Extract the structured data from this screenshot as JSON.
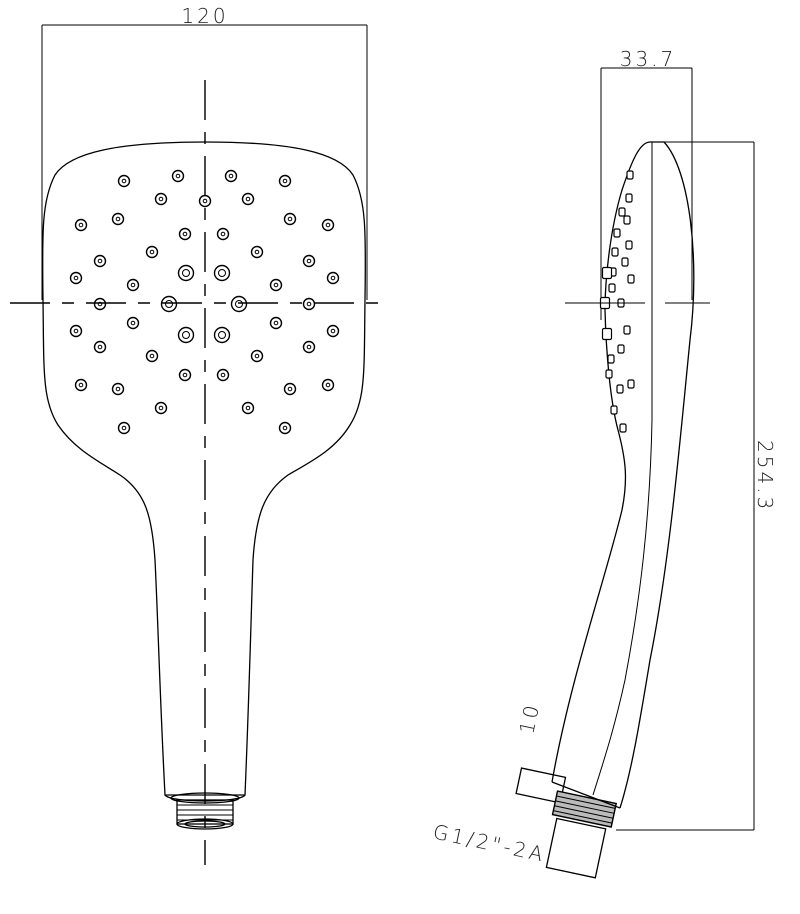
{
  "drawing": {
    "subject": "Hand shower head technical drawing",
    "front_view": {
      "width_dimension": "120",
      "spray_holes_count": 48
    },
    "side_view": {
      "depth_dimension": "33.7",
      "height_dimension": "254.3",
      "angle_label": "10",
      "thread_label": "G1/2\"-2A"
    },
    "line_color": "#000000",
    "background": "#ffffff"
  }
}
